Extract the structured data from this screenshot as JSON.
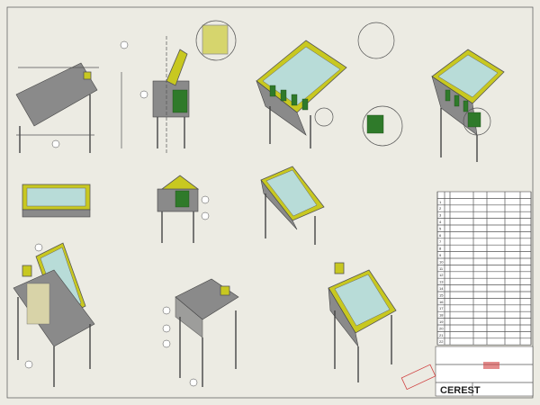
{
  "title_block": {
    "logo": "CEREST"
  },
  "parts_table": {
    "item_numbers": [
      "1",
      "2",
      "3",
      "4",
      "5",
      "6",
      "7",
      "8",
      "9",
      "10",
      "11",
      "12",
      "13",
      "14",
      "15",
      "16",
      "17",
      "18",
      "19",
      "20",
      "21",
      "22"
    ]
  },
  "colors": {
    "paper": "#ecebe3",
    "lid": "#c8c820",
    "glass": "#b8dcd8",
    "panel": "#2f7a2a",
    "steel": "#8a8a8a",
    "stamp": "#d04040"
  }
}
